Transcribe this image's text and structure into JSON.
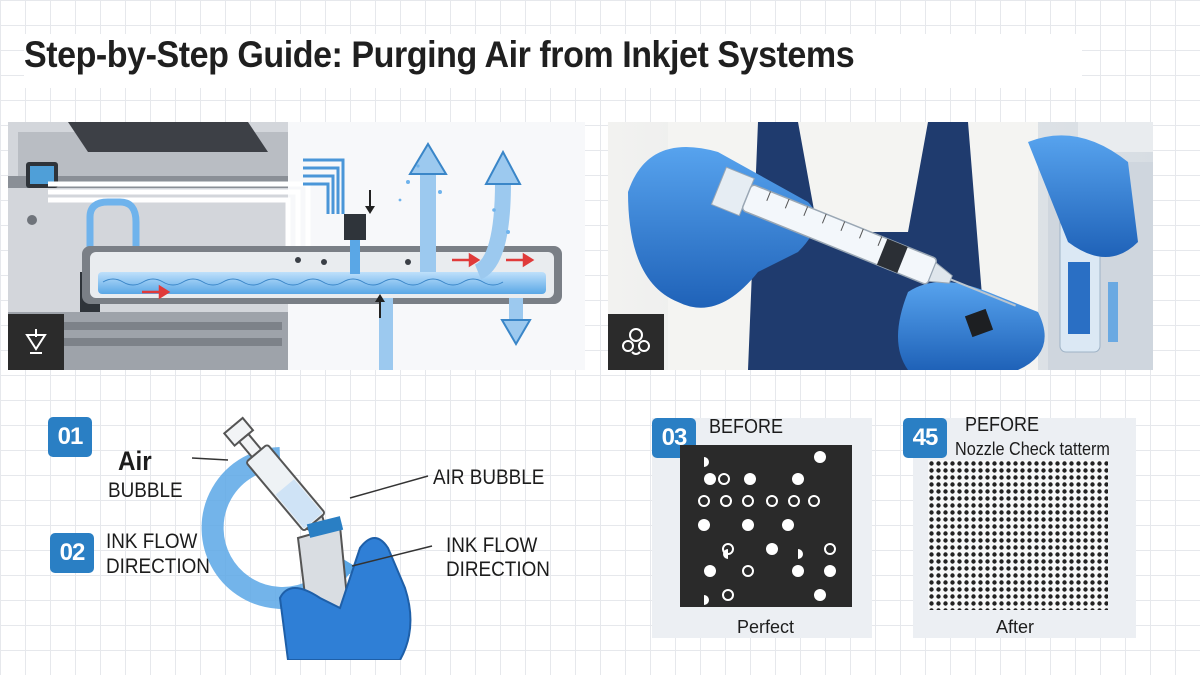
{
  "title": "Step-by-Step Guide: Purging Air from Inkjet Systems",
  "icons": {
    "printer_badge": "funnel-drop-icon",
    "syringe_badge": "molecule-icon"
  },
  "steps": [
    {
      "number": "01",
      "label_line1": "Air",
      "label_line2": "BUBBLE"
    },
    {
      "number": "02",
      "label_line1": "INK FLOW",
      "label_line2": "DIRECTION"
    },
    {
      "number": "03",
      "heading": "BEFORE",
      "caption": "Perfect"
    },
    {
      "number": "45",
      "heading": "PEFORE",
      "subheading": "Nozzle Check tatterm",
      "caption": "After"
    }
  ],
  "callouts": {
    "air_bubble": "AIR BUBBLE",
    "ink_flow_line1": "INK FLOW",
    "ink_flow_line2": "DIRECTION"
  },
  "colors": {
    "accent": "#2a7fc4",
    "ink": "#5aa7e6",
    "glove": "#2f7fd6",
    "arrow": "#e03a3a"
  }
}
